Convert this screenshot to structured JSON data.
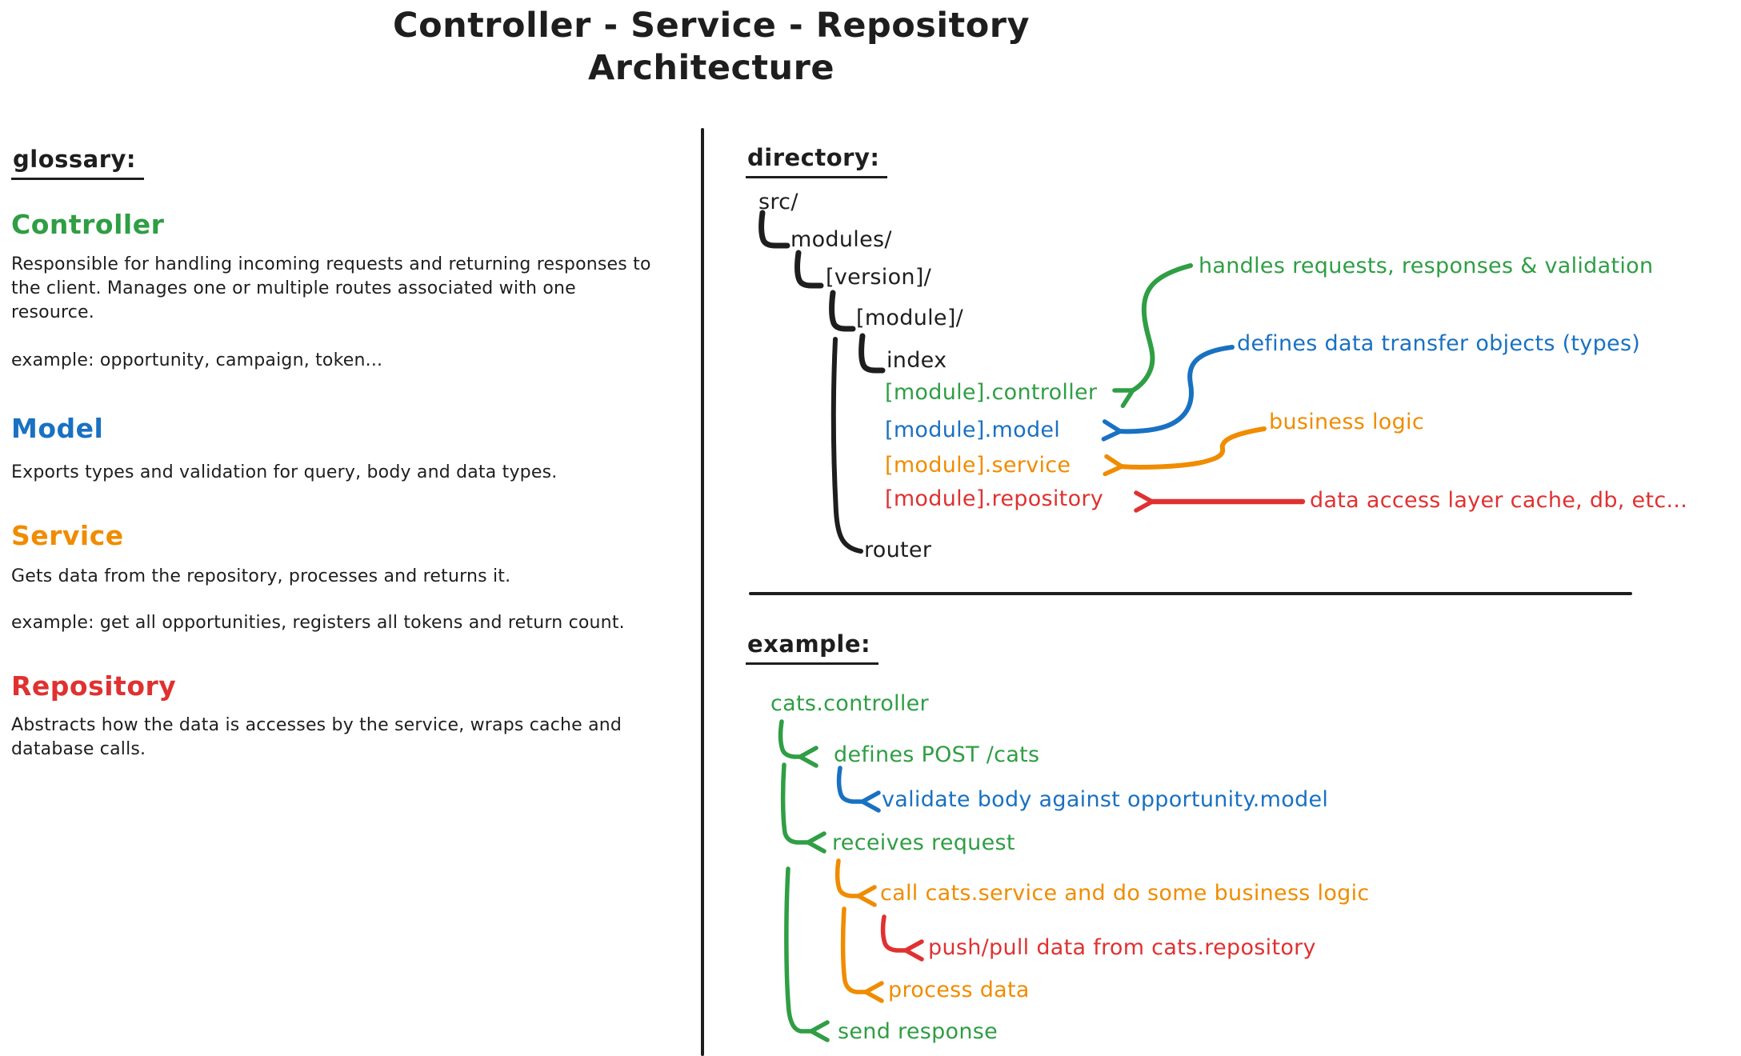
{
  "title": {
    "line1": "Controller - Service - Repository",
    "line2": "Architecture"
  },
  "palette": {
    "ink": "#1e1e1e",
    "green": "#2f9e44",
    "blue": "#1971c2",
    "orange": "#f08c00",
    "red": "#e03131"
  },
  "glossary": {
    "heading": "glossary:",
    "entries": [
      {
        "term": "Controller",
        "color": "green",
        "description": "Responsible for handling incoming requests and returning responses to the client. Manages one or multiple routes associated with one resource.",
        "example": "example: opportunity, campaign, token..."
      },
      {
        "term": "Model",
        "color": "blue",
        "description": "Exports types and validation for query, body and data types.",
        "example": ""
      },
      {
        "term": "Service",
        "color": "orange",
        "description": "Gets data from the repository, processes and returns it.",
        "example": "example: get all opportunities, registers all tokens and return count."
      },
      {
        "term": "Repository",
        "color": "red",
        "description": "Abstracts how the data is accesses by the service, wraps cache and database calls.",
        "example": ""
      }
    ]
  },
  "directory": {
    "heading": "directory:",
    "root": "src/",
    "child1": "modules/",
    "child2": "[version]/",
    "child3": "[module]/",
    "index": "index",
    "files": [
      {
        "name": "[module].controller",
        "color": "green",
        "annotation": "handles requests, responses & validation"
      },
      {
        "name": "[module].model",
        "color": "blue",
        "annotation": "defines data transfer objects (types)"
      },
      {
        "name": "[module].service",
        "color": "orange",
        "annotation": "business logic"
      },
      {
        "name": "[module].repository",
        "color": "red",
        "annotation": "data access layer cache, db, etc..."
      }
    ],
    "router": "router"
  },
  "example": {
    "heading": "example:",
    "root": "cats.controller",
    "steps": [
      {
        "label": "defines POST /cats",
        "color": "green"
      },
      {
        "label": "validate body against opportunity.model",
        "color": "blue"
      },
      {
        "label": "receives request",
        "color": "green"
      },
      {
        "label": "call cats.service and do some business logic",
        "color": "orange"
      },
      {
        "label": "push/pull data from cats.repository",
        "color": "red"
      },
      {
        "label": "process data",
        "color": "orange"
      },
      {
        "label": "send response",
        "color": "green"
      }
    ]
  }
}
